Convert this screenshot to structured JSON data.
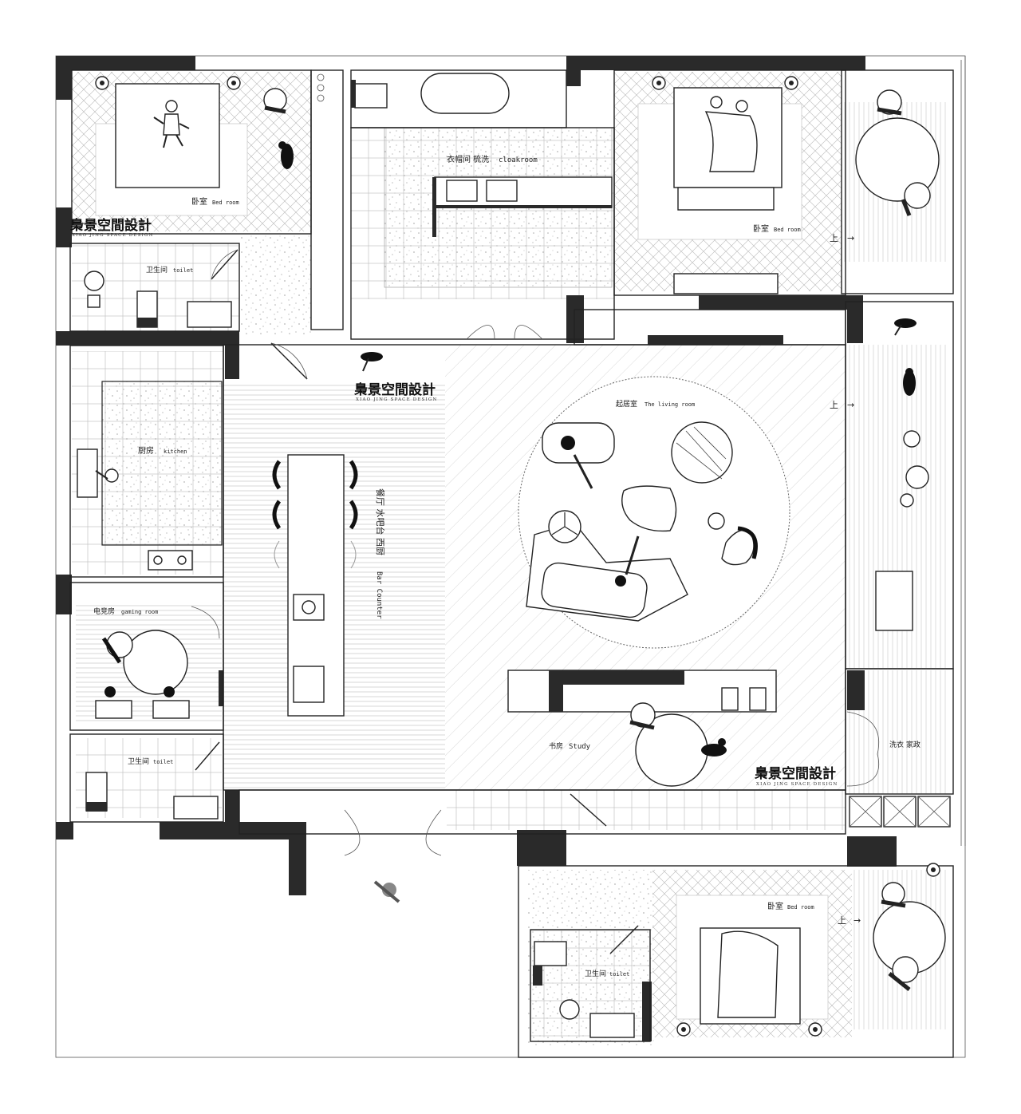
{
  "rooms": {
    "bedroom_nw": {
      "cn": "卧室",
      "en": "Bed room"
    },
    "cloakroom": {
      "cn": "衣帽间 梳洗",
      "en": "cloakroom"
    },
    "bedroom_ne": {
      "cn": "卧室",
      "en": "Bed room"
    },
    "toilet_nw": {
      "cn": "卫生间",
      "en": "toilet"
    },
    "kitchen": {
      "cn": "厨房",
      "en": "kitchen"
    },
    "dining_cn": "餐厅 水吧台 西厨",
    "dining_en": "Bar Counter",
    "living": {
      "cn": "起居室",
      "en": "The living room"
    },
    "gaming": {
      "cn": "电竞房",
      "en": "gaming room"
    },
    "toilet_w": {
      "cn": "卫生间",
      "en": "toilet"
    },
    "study": {
      "cn": "书房",
      "en": "Study"
    },
    "laundry": {
      "cn": "洗衣 家政",
      "en": ""
    },
    "bedroom_se": {
      "cn": "卧室",
      "en": "Bed room"
    },
    "toilet_se": {
      "cn": "卫生间",
      "en": "toilet"
    }
  },
  "stair_up_label": "上",
  "stair_arrow": "→",
  "brand": {
    "name": "梟景空間設計",
    "sub": "XIAO JING SPACE DESIGN"
  }
}
